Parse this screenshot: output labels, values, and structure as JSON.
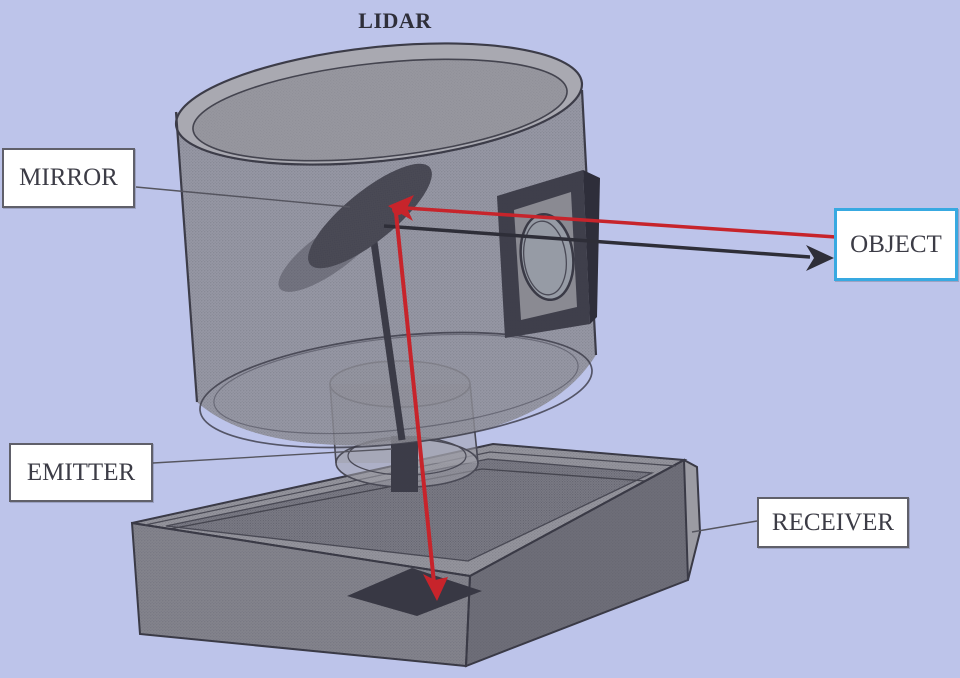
{
  "title": "LIDAR",
  "labels": {
    "mirror": "MIRROR",
    "object": "OBJECT",
    "emitter": "EMITTER",
    "receiver": "RECEIVER"
  },
  "colors": {
    "background": "#bdc4ea",
    "label_bg": "#ffffff",
    "label_border": "#60606a",
    "label_text": "#3c3c46",
    "object_border": "#38a9e1",
    "beam_out": "#2e2e38",
    "beam_return": "#c7242b",
    "connector": "#55555f"
  }
}
